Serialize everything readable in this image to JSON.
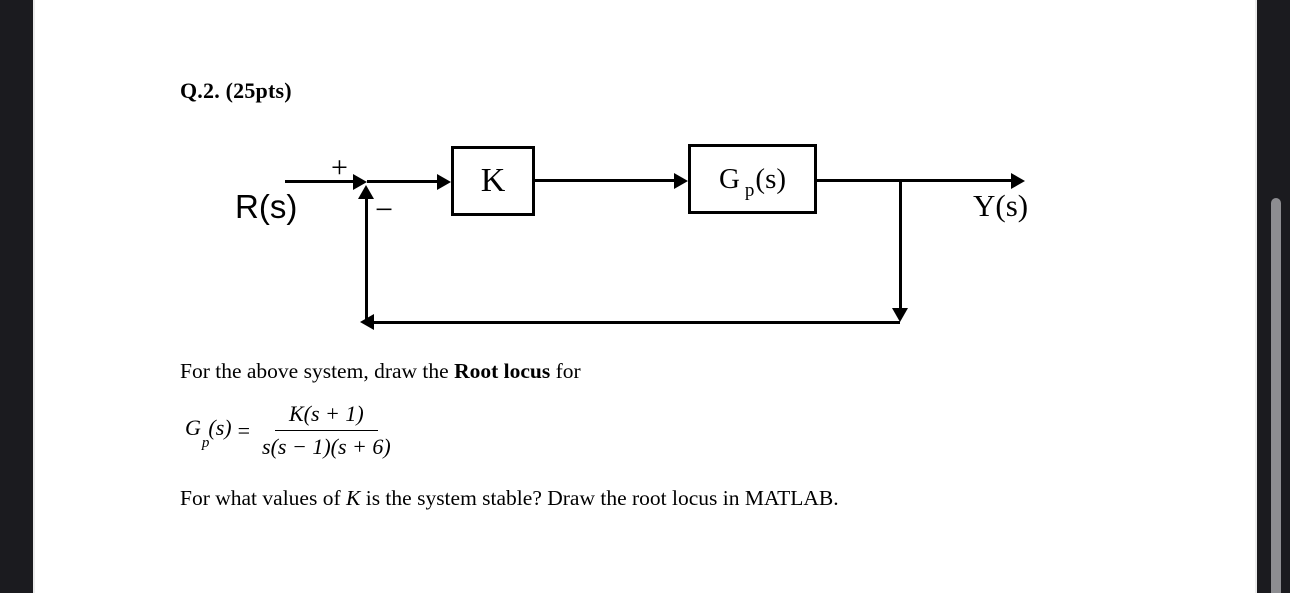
{
  "page": {
    "title": "Q.2. (25pts)",
    "question": {
      "line1_prefix": "For the above system, draw the ",
      "line1_bold": "Root locus",
      "line1_suffix": " for",
      "line2_prefix": "For what values of ",
      "line2_italic": "K",
      "line2_suffix": " is the system stable? Draw the root locus in MATLAB."
    },
    "formula": {
      "lhs_base": "G",
      "lhs_sub": "p",
      "lhs_args": "(s)",
      "equals": "=",
      "numerator": "K(s + 1)",
      "denominator": "s(s − 1)(s + 6)"
    },
    "diagram": {
      "input_label": "R(s)",
      "plus_sign": "+",
      "minus_sign": "−",
      "gain_block_label": "K",
      "plant_block_base": "G",
      "plant_block_sub": "p",
      "plant_block_args": "(s)",
      "output_label": "Y(s)"
    }
  },
  "viewer": {
    "colors": {
      "frame": "#1b1b1f",
      "scroll_thumb": "#8d8d91",
      "page": "#ffffff",
      "ink": "#000000"
    }
  }
}
